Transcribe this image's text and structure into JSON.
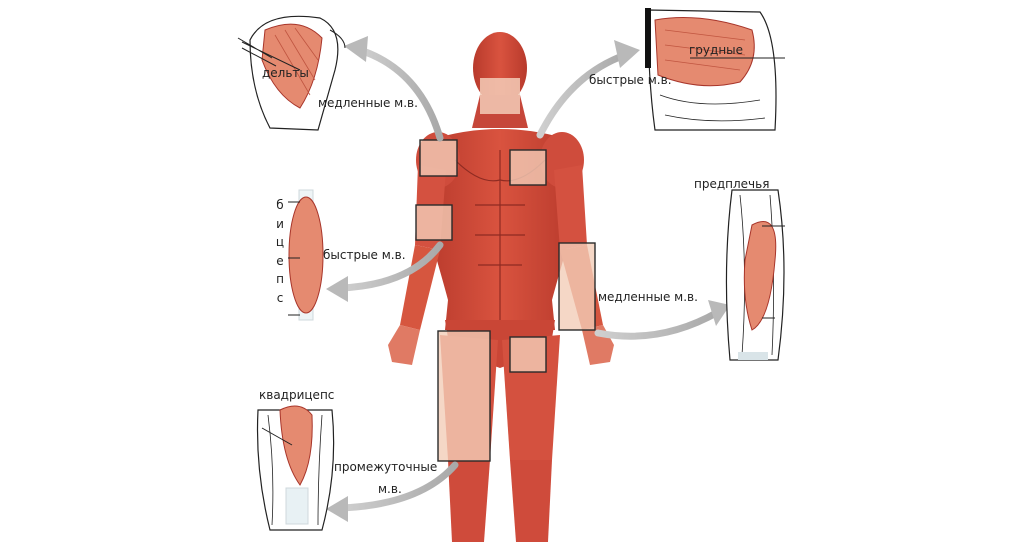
{
  "labels": {
    "deltoid": "дельты",
    "deltoid_fiber": "медленные м.в.",
    "chest": "грудные",
    "chest_fiber": "быстрые м.в.",
    "biceps_letters": [
      "б",
      "и",
      "ц",
      "е",
      "п",
      "с"
    ],
    "biceps_fiber": "быстрые м.в.",
    "forearm": "предплечья",
    "forearm_fiber": "медленные м.в.",
    "quad": "квадрицепс",
    "quad_fiber_line1": "промежуточные",
    "quad_fiber_line2": "м.в."
  },
  "colors": {
    "muscle": "#d9533f",
    "muscle_dark": "#a8352a",
    "muscle_light": "#f0a890",
    "highlight": "#f3cdb8",
    "arrow": "#b9b9b9",
    "box": "#2a2a2a"
  }
}
